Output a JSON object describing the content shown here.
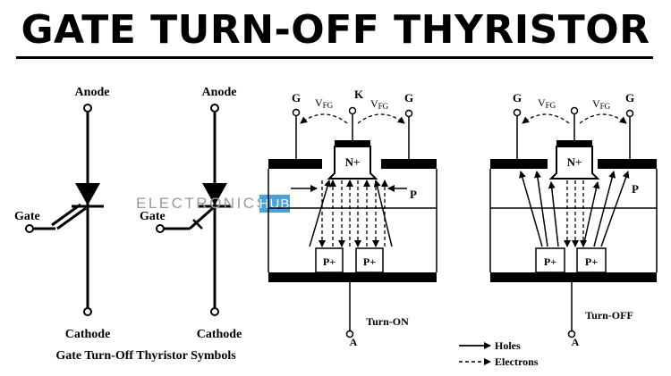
{
  "title": "GATE TURN-OFF THYRISTOR",
  "watermark": {
    "left": "ELECTRONICS",
    "right": "HUB"
  },
  "symbols": {
    "caption": "Gate Turn-Off Thyristor Symbols",
    "anode_label": "Anode",
    "cathode_label": "Cathode",
    "gate_label": "Gate"
  },
  "turn_on": {
    "gate_left": "G",
    "gate_right": "G",
    "cathode": "K",
    "vfg_left": "V",
    "vfg_right": "V",
    "vfg_sub": "FG",
    "n_plus": "N+",
    "p_region": "P",
    "p_plus_left": "P+",
    "p_plus_right": "P+",
    "anode": "A",
    "caption": "Turn-ON"
  },
  "turn_off": {
    "gate_left": "G",
    "gate_right": "G",
    "vfg_left": "V",
    "vfg_right": "V",
    "vfg_sub": "FG",
    "n_plus": "N+",
    "p_region": "P",
    "p_plus_left": "P+",
    "p_plus_right": "P+",
    "anode": "A",
    "caption": "Turn-OFF"
  },
  "legend": {
    "holes": "Holes",
    "electrons": "Electrons"
  },
  "colors": {
    "ink": "#000000",
    "watermark": "#9a9a9a",
    "watermark_box": "#4aa3d8"
  }
}
